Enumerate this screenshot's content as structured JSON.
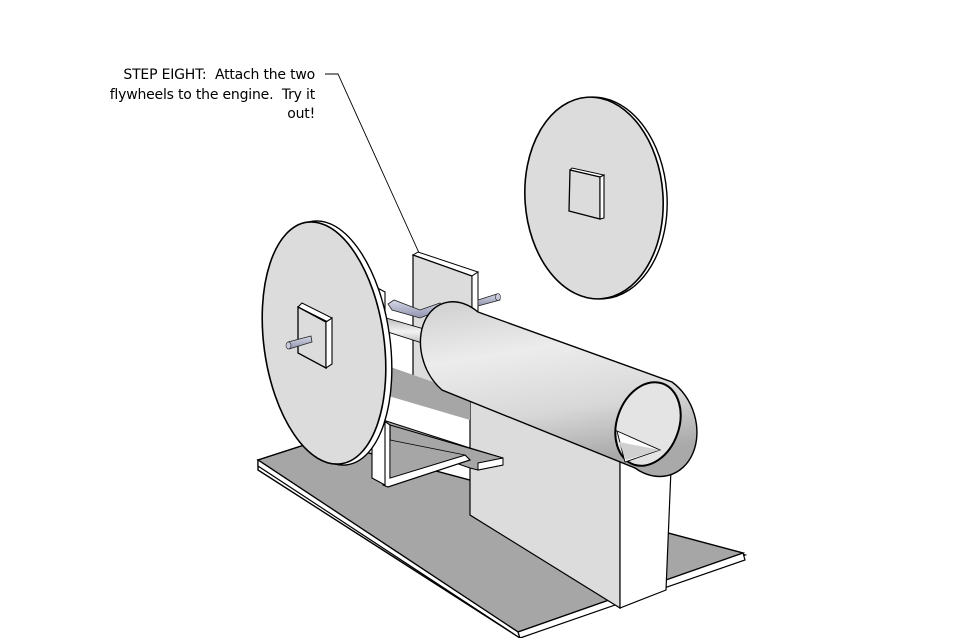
{
  "diagram": {
    "type": "3d-assembly-instruction",
    "callout": {
      "lines": [
        "STEP EIGHT:  Attach the two",
        "flywheels to the engine.  Try it",
        "out!"
      ],
      "step": "STEP EIGHT",
      "text": "Attach the two flywheels to the engine.  Try it out!"
    },
    "parts": [
      {
        "id": "base-plate",
        "label": "Base plate"
      },
      {
        "id": "flywheel-left",
        "label": "Flywheel (attached)"
      },
      {
        "id": "flywheel-right",
        "label": "Flywheel (detached)"
      },
      {
        "id": "crankshaft",
        "label": "Crankshaft"
      },
      {
        "id": "cylinder",
        "label": "Cylinder"
      },
      {
        "id": "upright-support",
        "label": "Upright support"
      },
      {
        "id": "cylinder-support",
        "label": "Cylinder support"
      },
      {
        "id": "side-bracket",
        "label": "Side bracket"
      }
    ],
    "colors": {
      "background": "#ffffff",
      "base": "#a6a6a6",
      "face_light": "#dcdcdc",
      "face_white": "#ffffff",
      "pin": "#b4b8d0",
      "edge": "#000000"
    }
  }
}
